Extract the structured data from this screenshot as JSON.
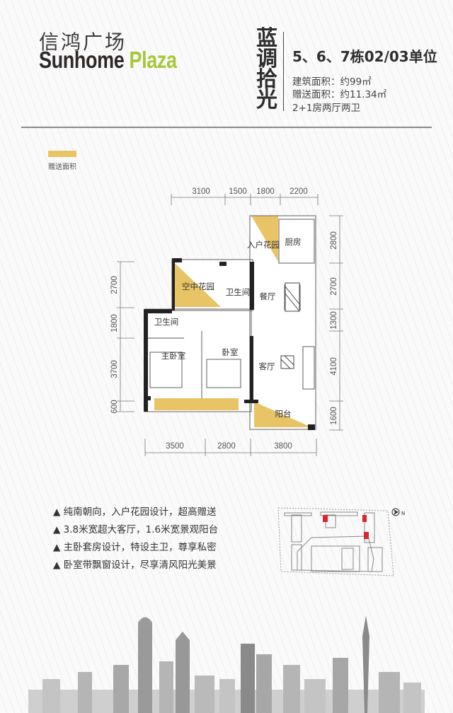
{
  "header": {
    "cn_brand": "信鸿广场",
    "en_brand_main": "Sunhome",
    "en_brand_accent": "Plaza",
    "slogan": [
      "蓝",
      "调",
      "拾",
      "光"
    ],
    "unit_title": "5、6、7栋02/03单位",
    "details": [
      "建筑面积：约99㎡",
      "赠送面积：约11.34㎡",
      "2+1房两厅两卫"
    ]
  },
  "legend": {
    "label": "赠送面积",
    "color": "#e8c466"
  },
  "floorplan": {
    "top_dims": [
      "3100",
      "1500",
      "1800",
      "2200"
    ],
    "right_dims": [
      "2800",
      "2700",
      "1300",
      "4100",
      "1600"
    ],
    "left_dims": [
      "2700",
      "1800",
      "3700",
      "600"
    ],
    "bottom_dims": [
      "3500",
      "2800",
      "3800"
    ],
    "rooms": {
      "entry_garden": "入户花园",
      "kitchen": "厨房",
      "sky_garden": "空中花园",
      "bath": "卫生间",
      "dining": "餐厅",
      "master_bath": "卫生间",
      "master_bedroom": "主卧室",
      "bedroom": "卧室",
      "living": "客厅",
      "balcony": "阳台"
    }
  },
  "features": [
    "▲ 纯南朝向，入户花园设计，超高赠送",
    "▲ 3.8米宽超大客厅，1.6米宽景观阳台",
    "▲ 主卧套房设计，特设主卫，尊享私密",
    "▲ 卧室带飘窗设计，尽享清风阳光美景"
  ],
  "sitemap": {
    "north_label": "N",
    "highlight_color": "#d8262e"
  }
}
